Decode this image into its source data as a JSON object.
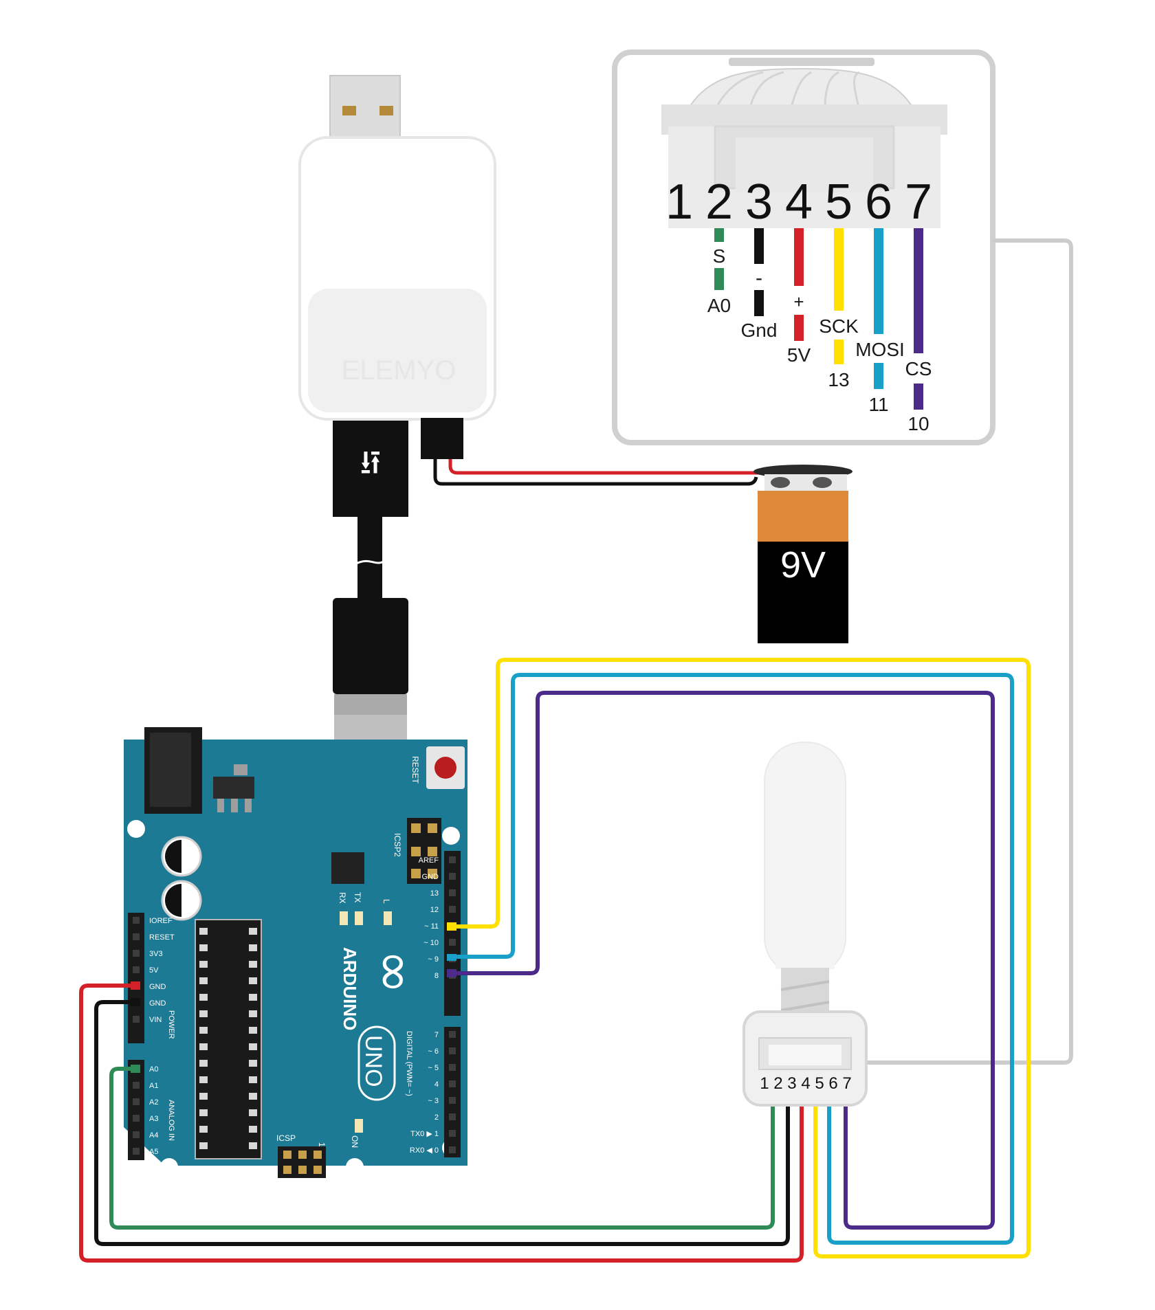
{
  "connector": {
    "pin_numbers": [
      "1",
      "2",
      "3",
      "4",
      "5",
      "6",
      "7"
    ],
    "pin_colors": [
      "#2e8b57",
      "#111111",
      "#d42027",
      "#ffe000",
      "#19a0c9",
      "#4b2a8a"
    ],
    "signals": {
      "s": "S",
      "a0": "A0",
      "minus": "-",
      "gnd": "Gnd",
      "plus": "+",
      "v5": "5V",
      "sck": "SCK",
      "n13": "13",
      "mosi": "MOSI",
      "n11": "11",
      "cs": "CS",
      "n10": "10"
    }
  },
  "module": {
    "brand": "ELEMYO"
  },
  "battery": {
    "label": "9V"
  },
  "sensor_pins": "1 2 3 4 5 6 7",
  "arduino": {
    "reset": "RESET",
    "icsp2": "ICSP2",
    "rx": "RX",
    "tx": "TX",
    "l": "L",
    "logo": "ARDUINO",
    "model": "UNO",
    "on": "ON",
    "icsp": "ICSP",
    "icsp_one": "1",
    "power_label": "POWER",
    "analog_label": "ANALOG IN",
    "digital_label": "DIGITAL (PWM= ~)",
    "power_pins": [
      "IOREF",
      "RESET",
      "3V3",
      "5V",
      "GND",
      "GND",
      "VIN"
    ],
    "analog_pins": [
      "A0",
      "A1",
      "A2",
      "A3",
      "A4",
      "A5"
    ],
    "digital_top": [
      "AREF",
      "GND",
      "13",
      "12",
      "~ 11",
      "~ 10",
      "~ 9",
      "8"
    ],
    "digital_bottom": [
      "7",
      "~ 6",
      "~ 5",
      "4",
      "~ 3",
      "2",
      "TX0 ▶ 1",
      "RX0 ◀ 0"
    ]
  },
  "colors": {
    "board": "#1d7a94",
    "wire_green": "#2e8b57",
    "wire_black": "#111111",
    "wire_red": "#d42027",
    "wire_yellow": "#ffe000",
    "wire_blue": "#19a0c9",
    "wire_purple": "#4b2a8a",
    "wire_gray": "#cccccc"
  }
}
